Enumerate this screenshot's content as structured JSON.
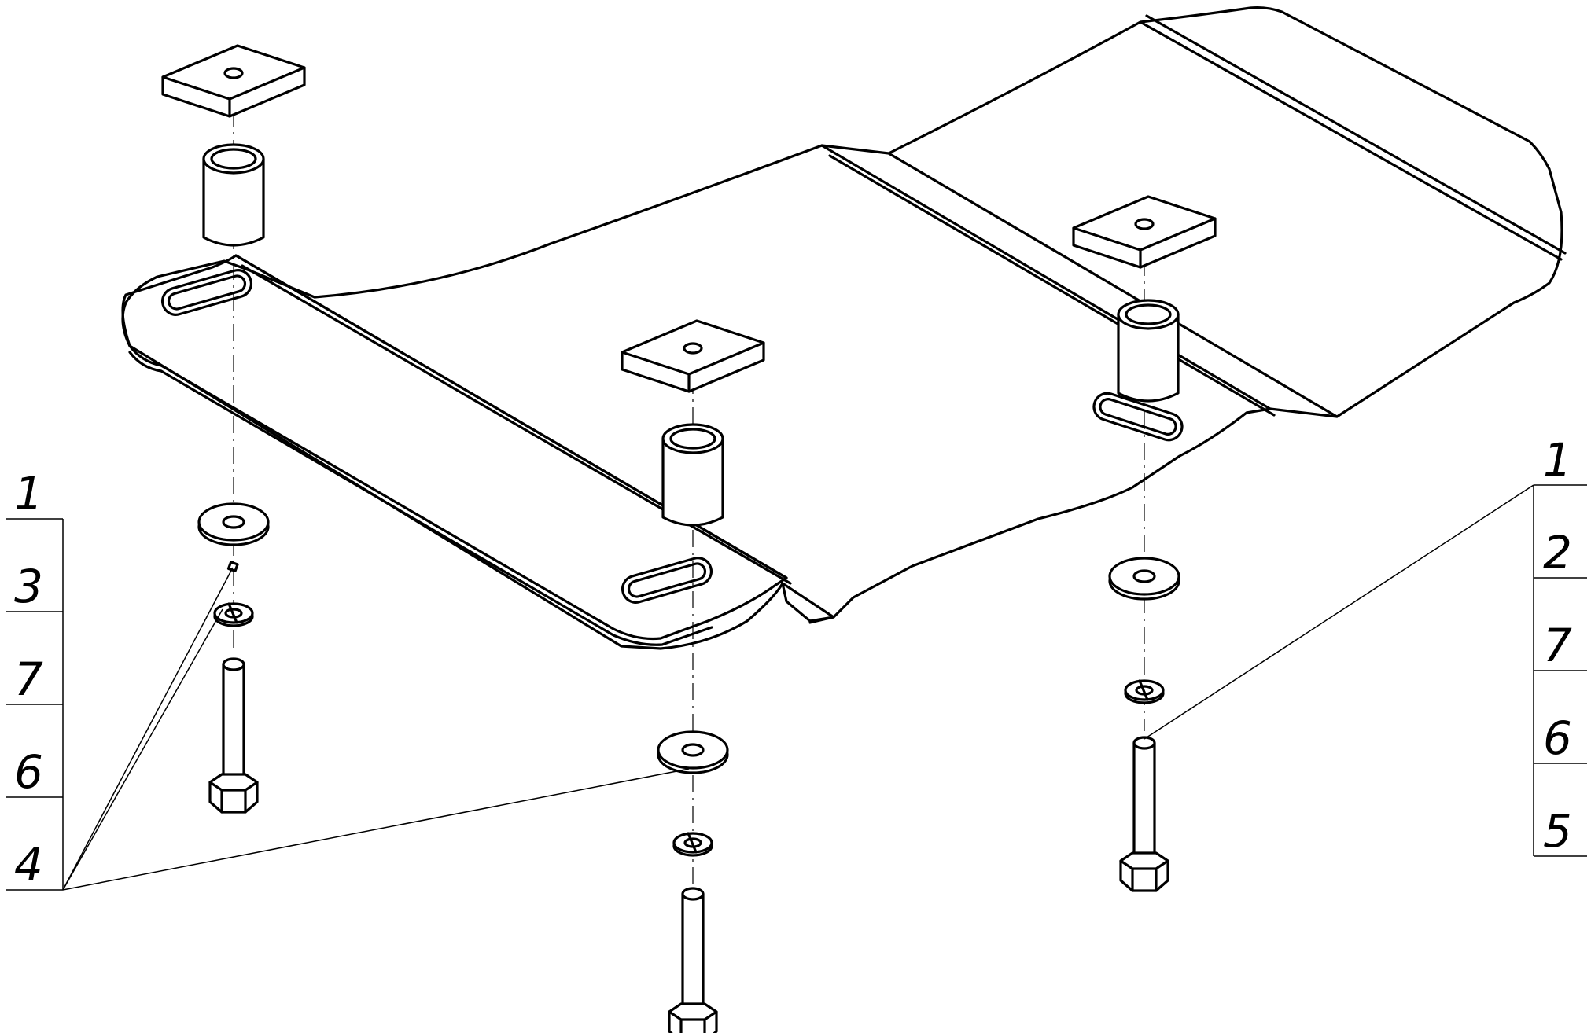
{
  "callouts": {
    "left": [
      "1",
      "3",
      "7",
      "6",
      "4"
    ],
    "right": [
      "1",
      "2",
      "7",
      "6",
      "5"
    ]
  },
  "colors": {
    "line": "#000000",
    "background": "#ffffff"
  }
}
